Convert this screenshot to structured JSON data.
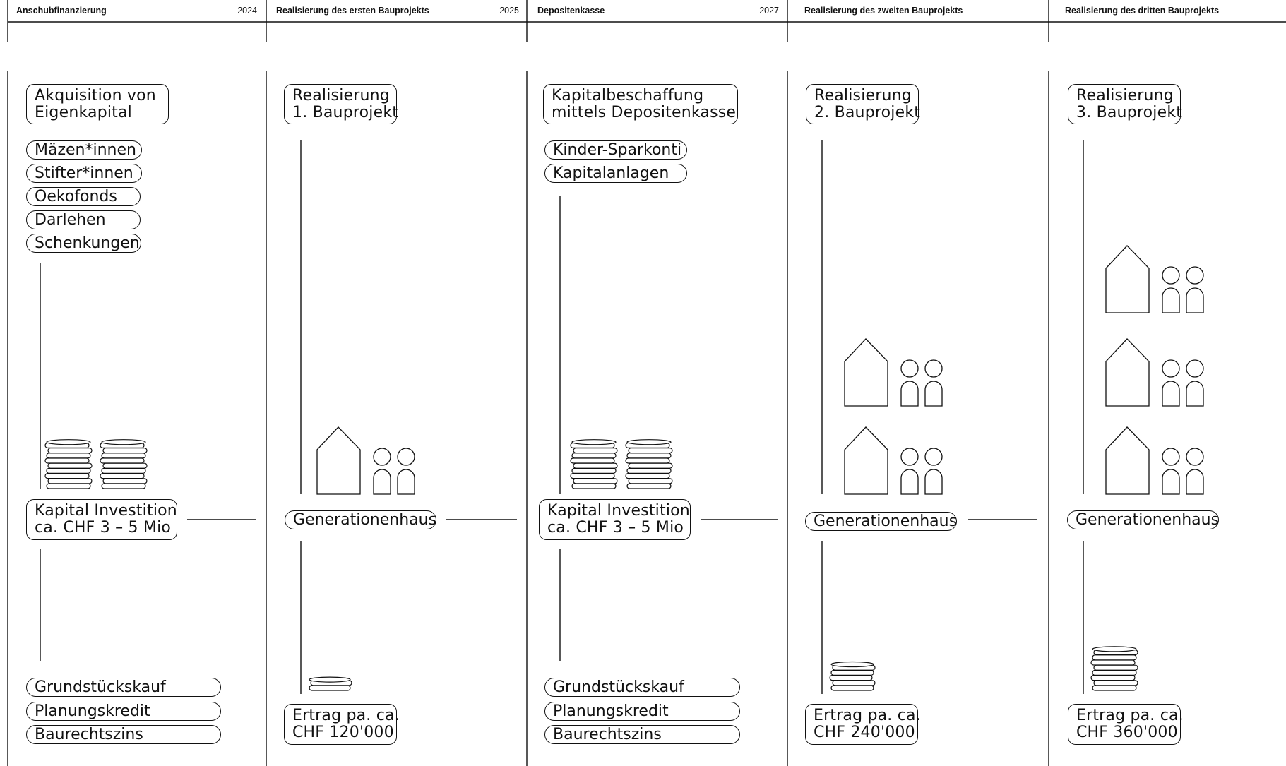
{
  "columns": [
    {
      "header": "Anschubfinanzierung",
      "year": "2024",
      "top_box": [
        "Akquisition von",
        "Eigenkapital"
      ],
      "sources": [
        "Mäzen*innen",
        "Stifter*innen",
        "Oekofonds",
        "Darlehen",
        "Schenkungen"
      ],
      "middle_box": [
        "Kapital Investition",
        "ca. CHF 3 – 5 Mio"
      ],
      "bottom_items": [
        "Grundstückskauf",
        "Planungskredit",
        "Baurechtszins"
      ],
      "icon": "coin-stacks-icon"
    },
    {
      "header": "Realisierung des ersten Bauprojekts",
      "year": "2025",
      "top_box": [
        "Realisierung",
        "1. Bauprojekt"
      ],
      "middle_pill": "Generationenhaus",
      "bottom_box": [
        "Ertrag pa. ca.",
        "CHF 120'000"
      ],
      "icon": "house-family-icon"
    },
    {
      "header": "Depositenkasse",
      "year": "2027",
      "top_box": [
        "Kapitalbeschaffung",
        "mittels Depositenkasse"
      ],
      "sources": [
        "Kinder-Sparkonti",
        "Kapitalanlagen"
      ],
      "middle_box": [
        "Kapital Investition",
        "ca. CHF 3 – 5 Mio"
      ],
      "bottom_items": [
        "Grundstückskauf",
        "Planungskredit",
        "Baurechtszins"
      ],
      "icon": "coin-stacks-icon"
    },
    {
      "header": "Realisierung des zweiten Bauprojekts",
      "year": "",
      "top_box": [
        "Realisierung",
        "2. Bauprojekt"
      ],
      "middle_pill": "Generationenhaus",
      "bottom_box": [
        "Ertrag pa. ca.",
        "CHF 240'000"
      ],
      "icon": "house-family-icon"
    },
    {
      "header": "Realisierung des dritten Bauprojekts",
      "year": "",
      "top_box": [
        "Realisierung",
        "3. Bauprojekt"
      ],
      "middle_pill": "Generationenhaus",
      "bottom_box": [
        "Ertrag pa. ca.",
        "CHF 360'000"
      ],
      "icon": "house-family-icon"
    }
  ],
  "colors": {
    "stroke": "#111111",
    "background": "#ffffff"
  }
}
